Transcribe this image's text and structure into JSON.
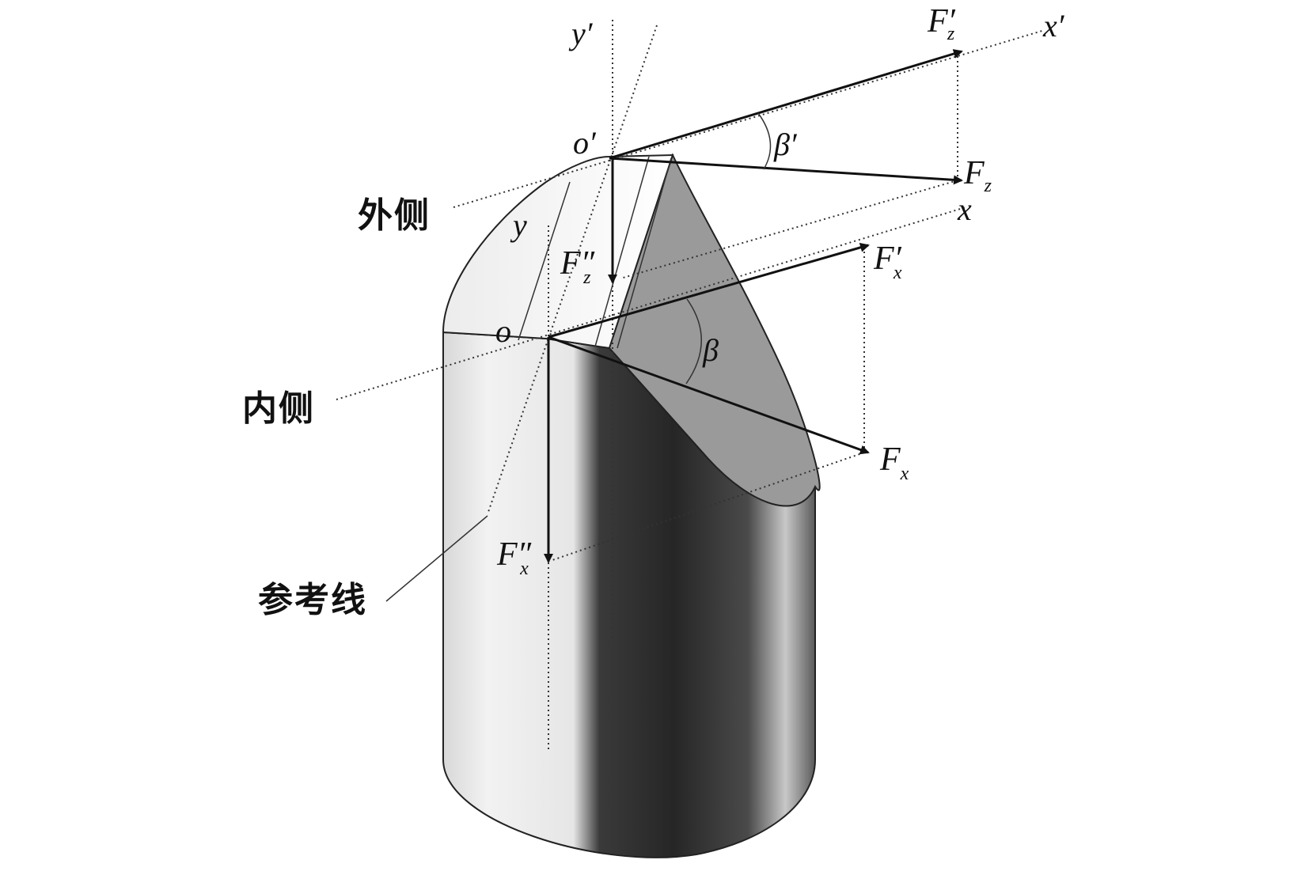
{
  "side_labels": {
    "outer": "外侧",
    "inner": "内侧",
    "reference_line": "参考线"
  },
  "axes": {
    "x_prime": "x′",
    "y_prime": "y′",
    "x": "x",
    "y": "y",
    "o_prime": "o′",
    "o": "o"
  },
  "angles": {
    "beta_prime": "β′",
    "beta": "β"
  },
  "forces": {
    "Fz_prime": {
      "main": "F",
      "sub": "z",
      "prime": "′"
    },
    "Fz": {
      "main": "F",
      "sub": "z",
      "prime": ""
    },
    "Fz_double_prime": {
      "main": "F",
      "sub": "z",
      "prime": "″"
    },
    "Fx_prime": {
      "main": "F",
      "sub": "x",
      "prime": "′"
    },
    "Fx": {
      "main": "F",
      "sub": "x",
      "prime": ""
    },
    "Fx_double_prime": {
      "main": "F",
      "sub": "x",
      "prime": "″"
    }
  },
  "colors": {
    "cut_face": "#9a9a9a",
    "body_light": "#e4e4e4",
    "body_dark": "#2a2a2a",
    "lines": "#111111"
  }
}
